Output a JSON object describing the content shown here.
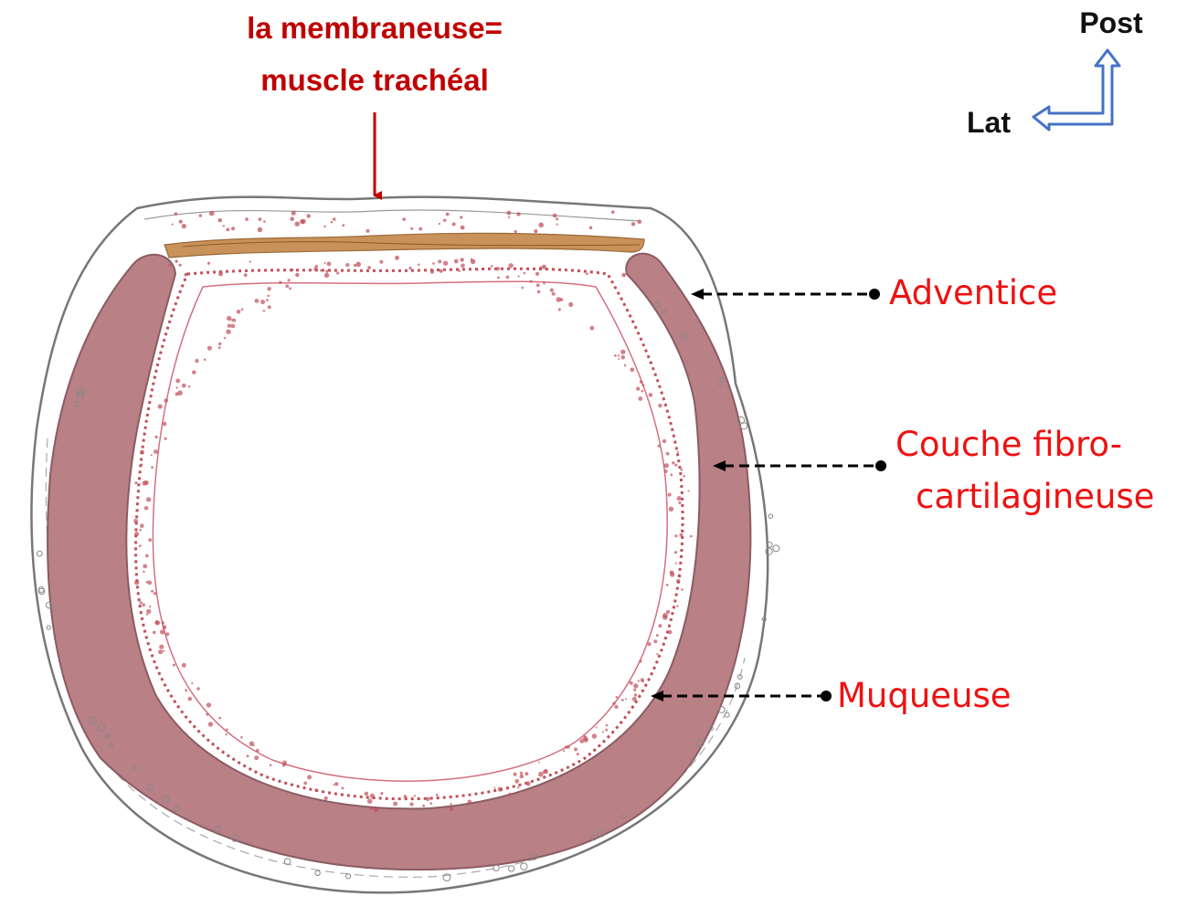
{
  "title": {
    "line1": "la membraneuse=",
    "line2": "muscle trachéal"
  },
  "orientation": {
    "post": "Post",
    "lat": "Lat"
  },
  "labels": {
    "adventice": "Adventice",
    "couche_line1": "Couche fibro-",
    "couche_line2": "cartilagineuse",
    "muqueuse": "Muqueuse"
  },
  "colors": {
    "title_red": "#c00000",
    "label_red": "#ee1111",
    "cartilage": "#b98086",
    "cartilage_edge": "#8a5c62",
    "muscle": "#c8925a",
    "mucosa_dots": "#c0505a",
    "arrow_blue": "#4472c4",
    "pointer": "#000000"
  }
}
